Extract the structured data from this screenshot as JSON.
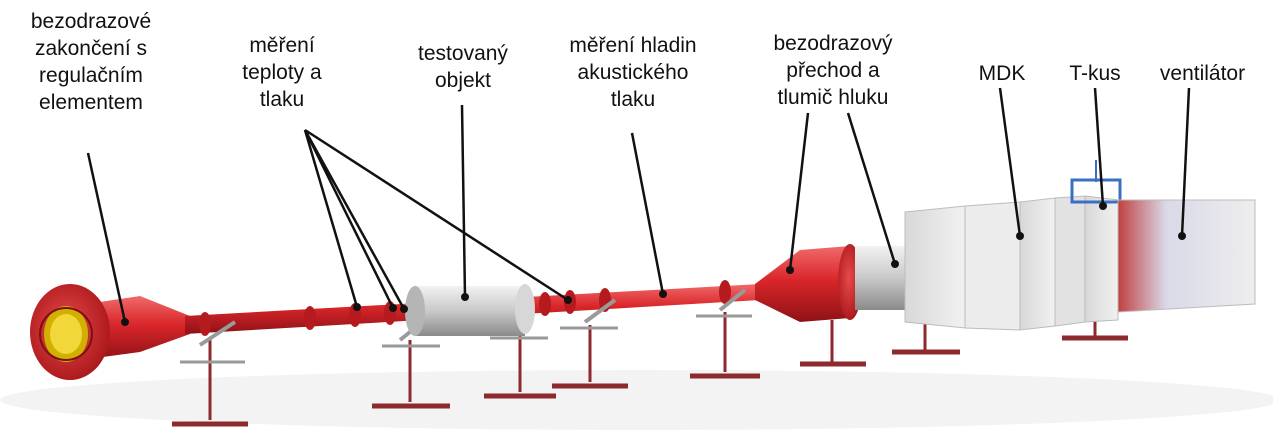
{
  "labels": {
    "outlet_termination": [
      "bezodrazové",
      "zakončení s",
      "regulačním",
      "elementem"
    ],
    "temp_pressure": [
      "měření",
      "teploty a",
      "tlaku"
    ],
    "test_object": [
      "testovaný",
      "objekt"
    ],
    "sound_pressure": [
      "měření hladin",
      "akustického",
      "tlaku"
    ],
    "transition_silencer": [
      "bezodrazový",
      "přechod a",
      "tlumič hluku"
    ],
    "mdk": "MDK",
    "t_piece": "T-kus",
    "fan": "ventilátor"
  },
  "colors": {
    "duct_red": "#d9262a",
    "duct_red_dark": "#a8161a",
    "silver": "#c8c8c8",
    "panel": "#e4e4e4",
    "stand": "#8c2a2e",
    "leader": "#111111"
  }
}
